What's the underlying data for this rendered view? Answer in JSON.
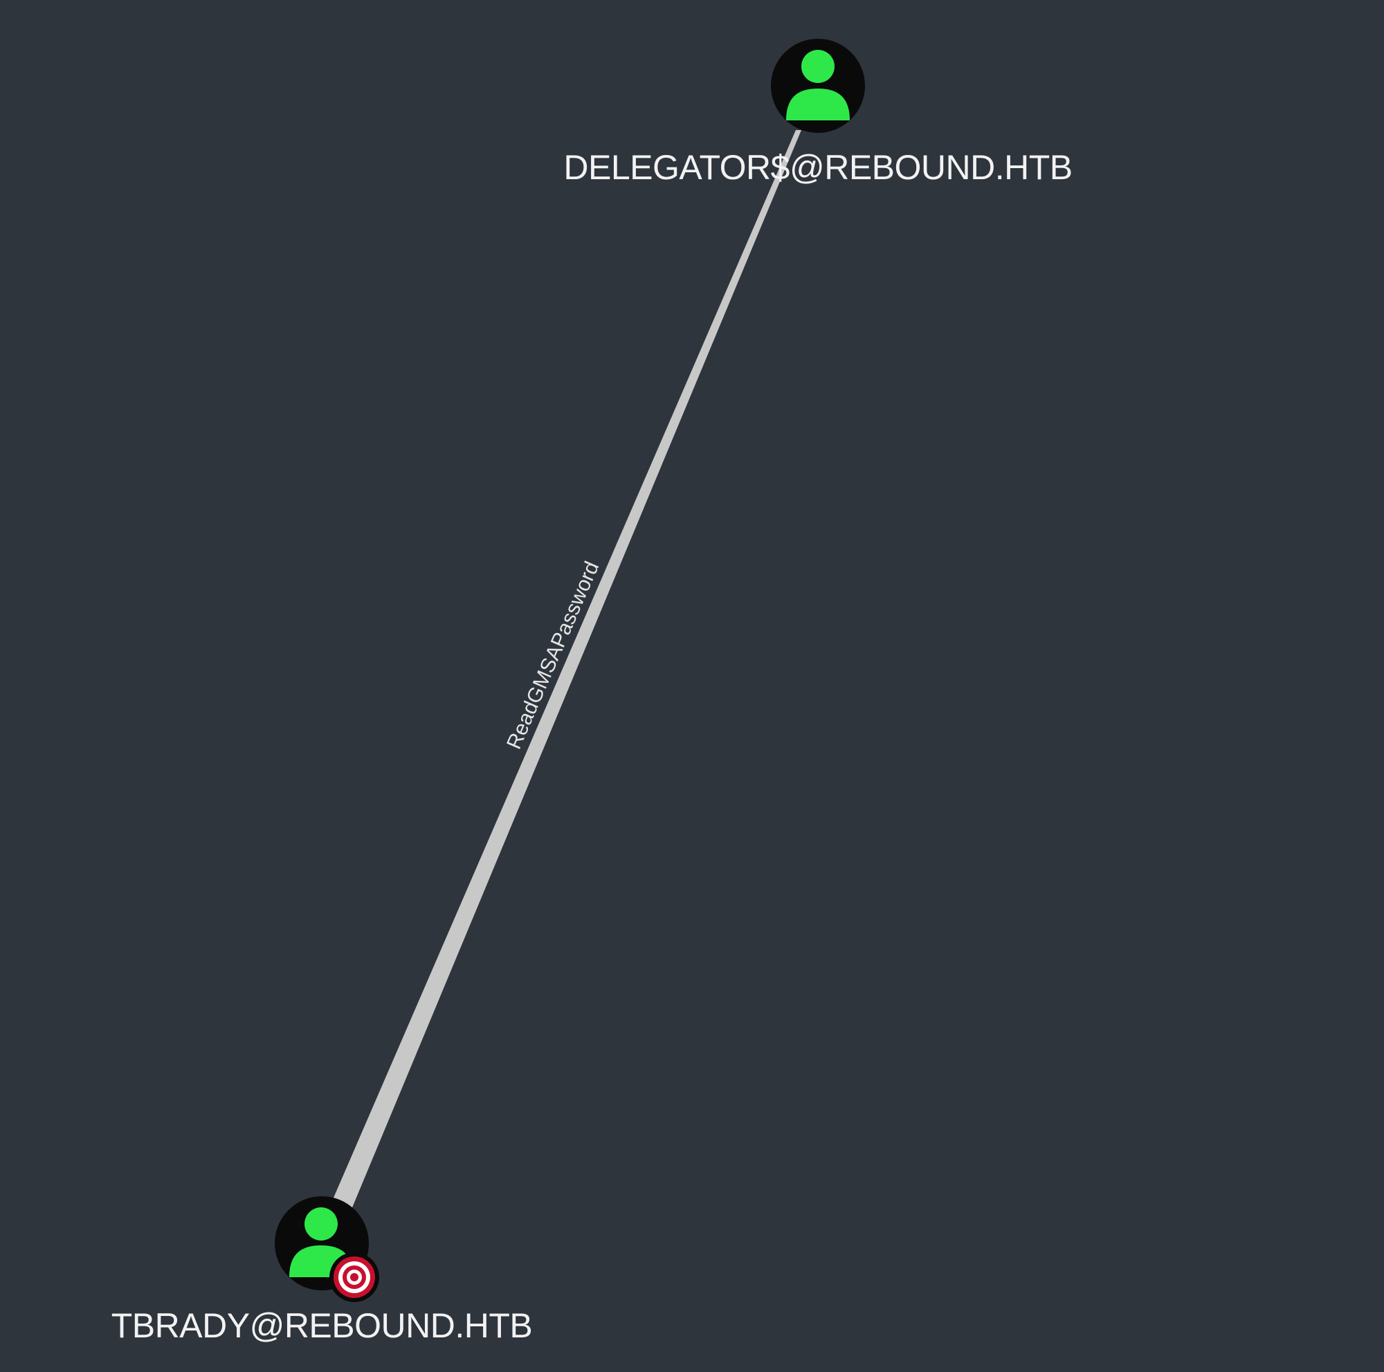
{
  "graph": {
    "nodes": [
      {
        "id": "delegator",
        "label": "DELEGATOR$@REBOUND.HTB",
        "icon": "user-icon",
        "color": "#2ee84a",
        "badge": null
      },
      {
        "id": "tbrady",
        "label": "TBRADY@REBOUND.HTB",
        "icon": "user-icon",
        "color": "#2ee84a",
        "badge": "target-icon"
      }
    ],
    "edges": [
      {
        "from": "tbrady",
        "to": "delegator",
        "label": "ReadGMSAPassword",
        "color": "#c8c8c8"
      }
    ]
  },
  "colors": {
    "background": "#2f353d",
    "node_fill": "#0a0a0a",
    "user_glyph": "#2ee84a",
    "target_red": "#c8102e",
    "label_text": "#f2f2f2"
  }
}
